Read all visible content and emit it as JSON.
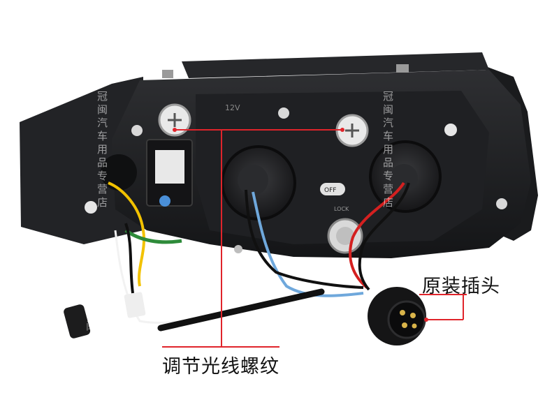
{
  "annotations": {
    "connector_label": "原装插头",
    "adjust_label": "调节光线螺纹"
  },
  "embossed_text": {
    "voltage": "12V",
    "lock": "LOCK",
    "off": "OFF"
  },
  "watermark": {
    "text_1": "冠闽汽车用品专营店",
    "text_2": "冠闽汽车用品专营店",
    "text_3": "冠闽"
  },
  "colors": {
    "housing": "#1c1d1f",
    "housing_highlight": "#3a3b3e",
    "annotation_line": "#e0242b",
    "wire_yellow": "#f2c200",
    "wire_blue": "#6fa8dc",
    "wire_red": "#d42020",
    "wire_green": "#2e8b3a",
    "wire_white": "#f2f2f2",
    "wire_black": "#101010"
  }
}
